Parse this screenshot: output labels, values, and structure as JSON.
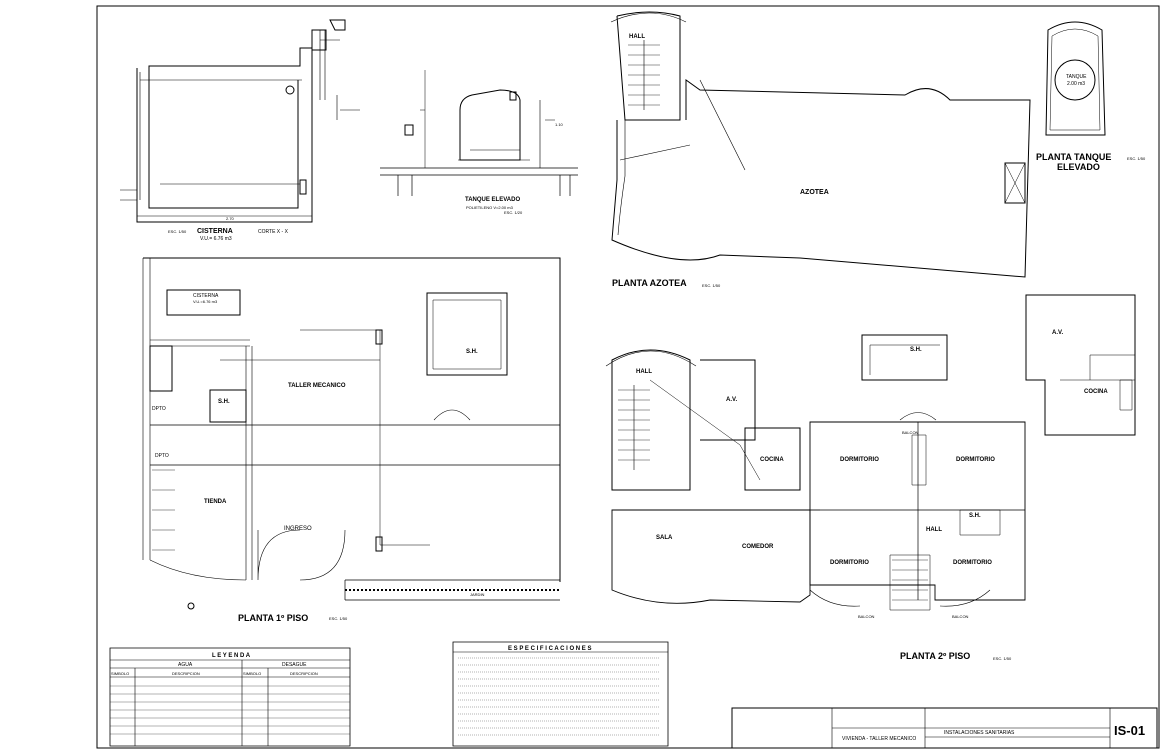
{
  "sheet_code": "IS-01",
  "cisterna": {
    "title": "CISTERNA",
    "subtitle": "CORTE X - X",
    "volume": "V.U.= 6.76 m3",
    "scale": "ESC. 1/50",
    "dim": "2.70"
  },
  "tanque_elevado": {
    "title": "TANQUE ELEVADO",
    "material": "POLIETILENO V=2.00 m3",
    "scale": "ESC. 1/20",
    "dim": "1.10"
  },
  "planta_azotea": {
    "title": "PLANTA AZOTEA",
    "scale": "ESC. 1/50",
    "hall": "HALL",
    "azotea": "AZOTEA"
  },
  "planta_tanque": {
    "title_line1": "PLANTA TANQUE",
    "title_line2": "ELEVADO",
    "scale": "ESC. 1/50",
    "tank_label": "TANQUE",
    "tank_volume": "2.00 m3"
  },
  "planta_1_piso": {
    "title": "PLANTA 1º PISO",
    "scale": "ESC. 1/50",
    "rooms": {
      "cisterna": "CISTERNA",
      "cisterna_volume": "V.U.=6.76 m3",
      "sh1": "S.H.",
      "sh2": "S.H.",
      "taller": "TALLER MECANICO",
      "tienda": "TIENDA",
      "ingreso": "INGRESO",
      "jardin": "JARDIN",
      "ducto1": "DPTO",
      "ducto2": "DPTO"
    }
  },
  "planta_2_piso": {
    "title": "PLANTA 2º PISO",
    "scale": "ESC. 1/50",
    "rooms": {
      "hall_top": "HALL",
      "av": "A.V.",
      "cocina": "COCINA",
      "dorm1": "DORMITORIO",
      "dorm2": "DORMITORIO",
      "dorm3": "DORMITORIO",
      "dorm4": "DORMITORIO",
      "balcon_top": "BALCON",
      "balcon_l": "BALCON",
      "balcon_r": "BALCON",
      "hall_bottom": "HALL",
      "sh": "S.H.",
      "sala": "SALA",
      "comedor": "COMEDOR"
    },
    "detail_sh": "S.H.",
    "detail_av": "A.V.",
    "detail_cocina": "COCINA"
  },
  "leyenda": {
    "title": "L E Y E N D A",
    "agua": "AGUA",
    "desague": "DESAGUE",
    "col_simbolo": "SIMBOLO",
    "col_descripcion": "DESCRIPCION"
  },
  "especificaciones": {
    "title": "E S P E C I F I C A C I O N E S"
  },
  "title_block": {
    "project": "VIVIENDA - TALLER MECANICO",
    "subject": "INSTALACIONES SANITARIAS"
  }
}
